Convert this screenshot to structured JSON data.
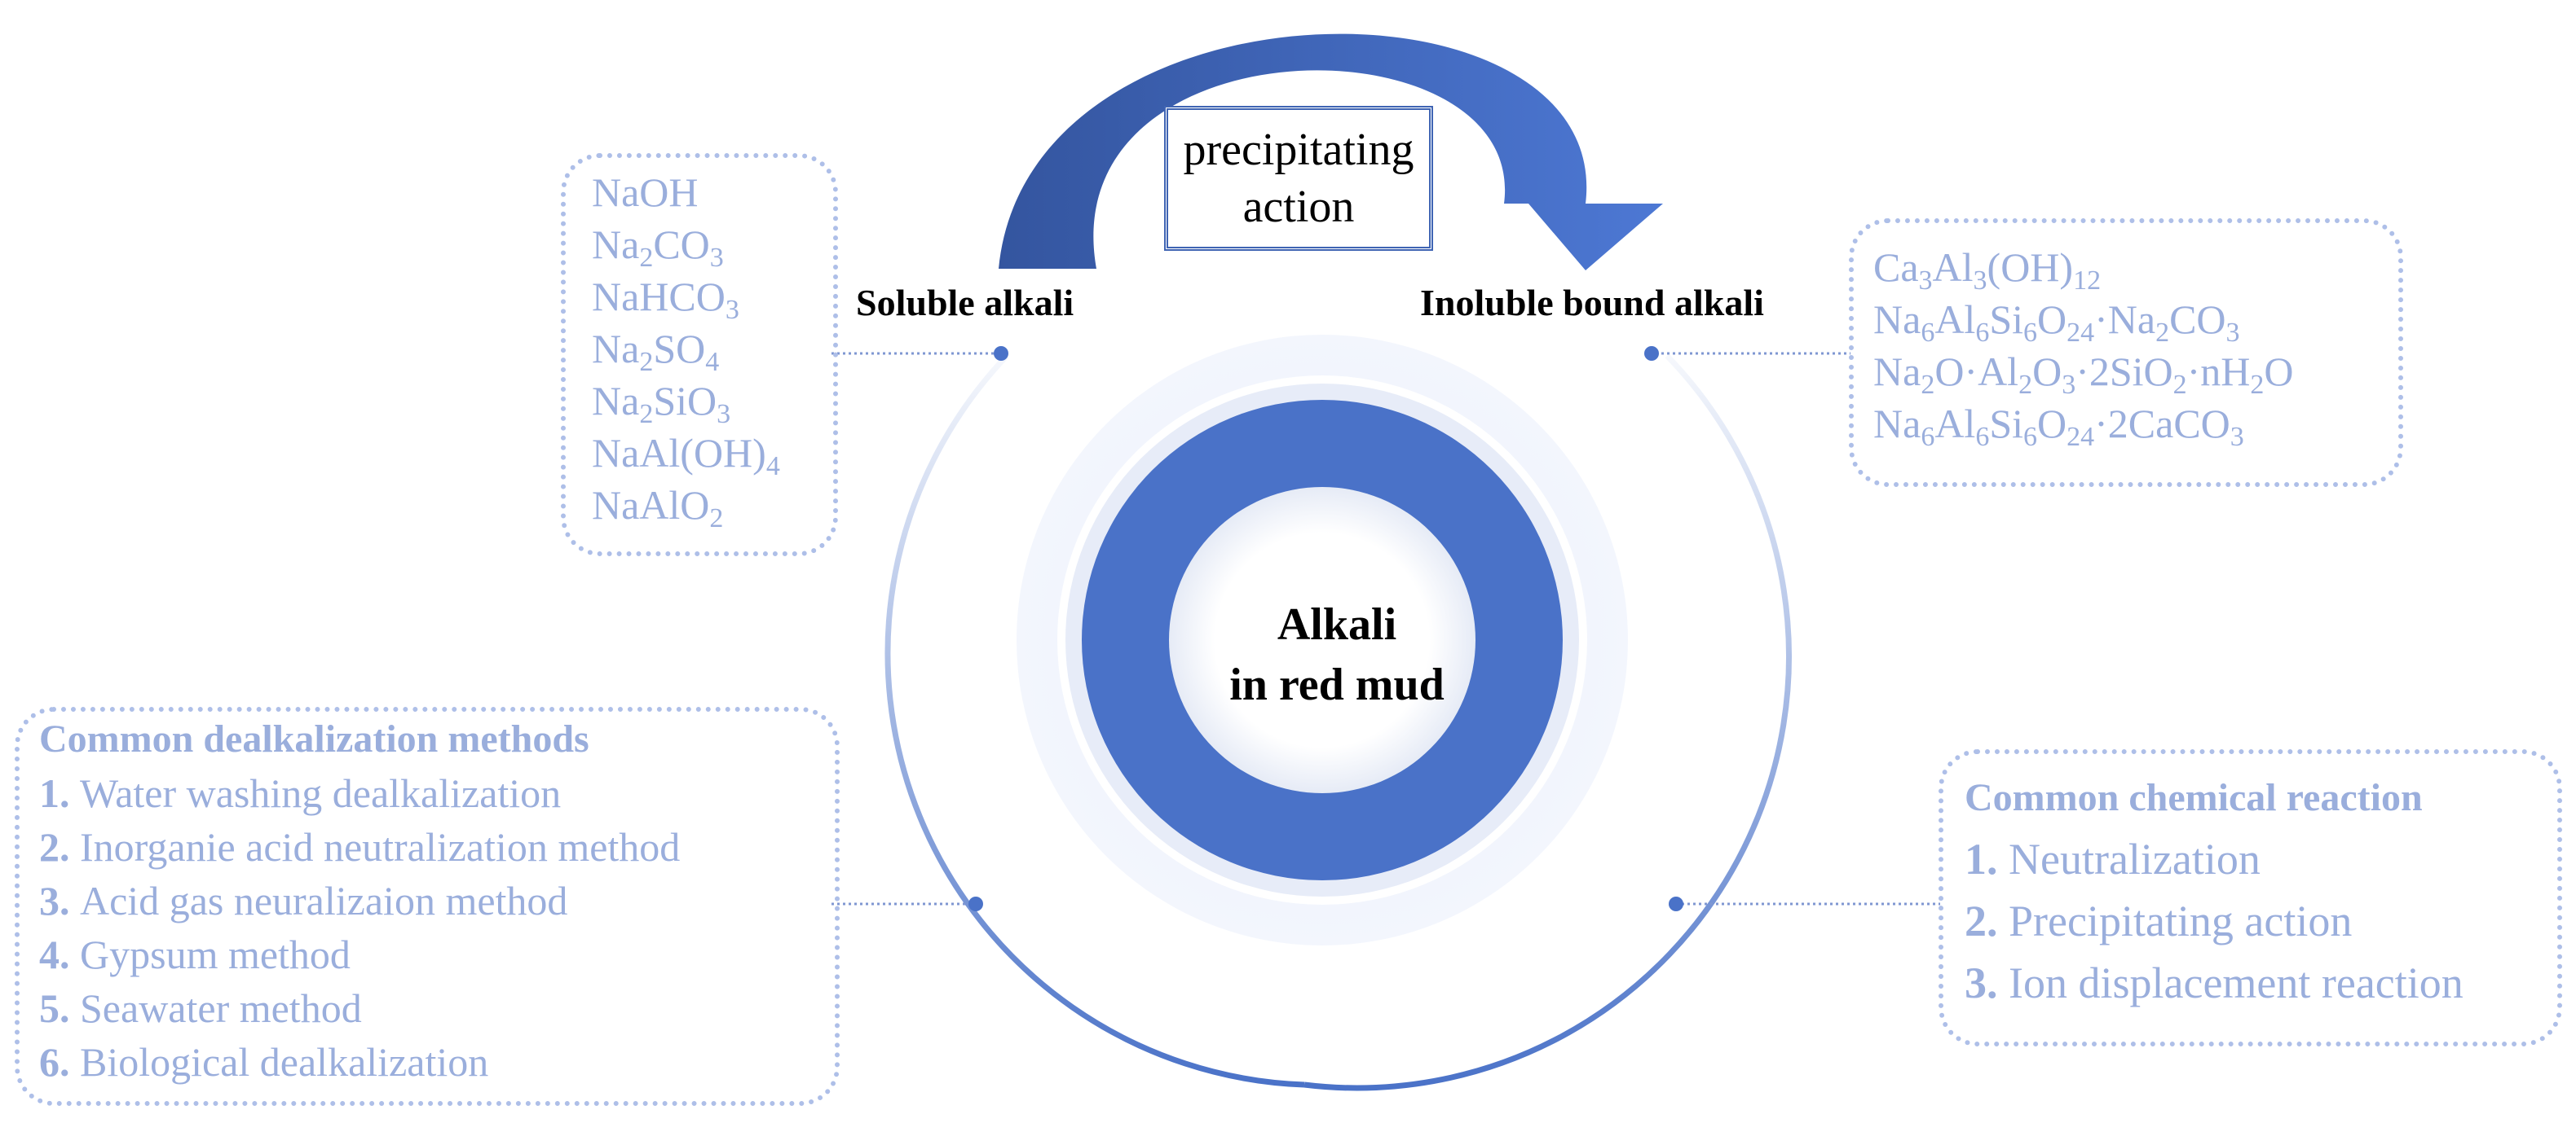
{
  "arrow": {
    "line1": "precipitating",
    "line2": "action"
  },
  "center": {
    "line1": "Alkali",
    "line2": "in red mud"
  },
  "soluble": {
    "title": "Soluble alkali",
    "formulas": [
      [
        [
          "NaOH",
          ""
        ]
      ],
      [
        [
          "Na",
          ""
        ],
        [
          "2",
          "sub"
        ],
        [
          "CO",
          ""
        ],
        [
          "3",
          "sub"
        ]
      ],
      [
        [
          "NaHCO",
          ""
        ],
        [
          "3",
          "sub"
        ]
      ],
      [
        [
          "Na",
          ""
        ],
        [
          "2",
          "sub"
        ],
        [
          "SO",
          ""
        ],
        [
          "4",
          "sub"
        ]
      ],
      [
        [
          "Na",
          ""
        ],
        [
          "2",
          "sub"
        ],
        [
          "SiO",
          ""
        ],
        [
          "3",
          "sub"
        ]
      ],
      [
        [
          "NaAl(OH)",
          ""
        ],
        [
          "4",
          "sub"
        ]
      ],
      [
        [
          "NaAlO",
          ""
        ],
        [
          "2",
          "sub"
        ]
      ]
    ]
  },
  "insoluble": {
    "title": "Inoluble bound alkali",
    "formulas": [
      [
        [
          "Ca",
          ""
        ],
        [
          "3",
          "sub"
        ],
        [
          "Al",
          ""
        ],
        [
          "3",
          "sub"
        ],
        [
          "(OH)",
          ""
        ],
        [
          "12",
          "sub"
        ]
      ],
      [
        [
          "Na",
          ""
        ],
        [
          "6",
          "sub"
        ],
        [
          "Al",
          ""
        ],
        [
          "6",
          "sub"
        ],
        [
          "Si",
          ""
        ],
        [
          "6",
          "sub"
        ],
        [
          "O",
          ""
        ],
        [
          "24",
          "sub"
        ],
        [
          "·Na",
          ""
        ],
        [
          "2",
          "sub"
        ],
        [
          "CO",
          ""
        ],
        [
          "3",
          "sub"
        ]
      ],
      [
        [
          "Na",
          ""
        ],
        [
          "2",
          "sub"
        ],
        [
          "O·Al",
          ""
        ],
        [
          "2",
          "sub"
        ],
        [
          "O",
          ""
        ],
        [
          "3",
          "sub"
        ],
        [
          "·2SiO",
          ""
        ],
        [
          "2",
          "sub"
        ],
        [
          "·nH",
          ""
        ],
        [
          "2",
          "sub"
        ],
        [
          "O",
          ""
        ]
      ],
      [
        [
          "Na",
          ""
        ],
        [
          "6",
          "sub"
        ],
        [
          "Al",
          ""
        ],
        [
          "6",
          "sub"
        ],
        [
          "Si",
          ""
        ],
        [
          "6",
          "sub"
        ],
        [
          "O",
          ""
        ],
        [
          "24",
          "sub"
        ],
        [
          "·2CaCO",
          ""
        ],
        [
          "3",
          "sub"
        ]
      ]
    ]
  },
  "methods": {
    "title": "Common dealkalization methods",
    "items": [
      {
        "num": "1.",
        "text": "Water washing dealkalization"
      },
      {
        "num": "2.",
        "text": "Inorganie acid neutralization method"
      },
      {
        "num": "3.",
        "text": "Acid gas neuralizaion method"
      },
      {
        "num": "4.",
        "text": "Gypsum method"
      },
      {
        "num": "5.",
        "text": "Seawater method"
      },
      {
        "num": "6.",
        "text": "Biological dealkalization"
      }
    ]
  },
  "reactions": {
    "title": "Common chemical reaction",
    "items": [
      {
        "num": "1.",
        "text": "Neutralization"
      },
      {
        "num": "2.",
        "text": "Precipitating action"
      },
      {
        "num": "3.",
        "text": "Ion displacement reaction"
      }
    ]
  },
  "colors": {
    "primary": "#4a72c8",
    "dark": "#3a5ba8",
    "pale": "#aebfe8",
    "text_pale": "#9aaedc"
  }
}
